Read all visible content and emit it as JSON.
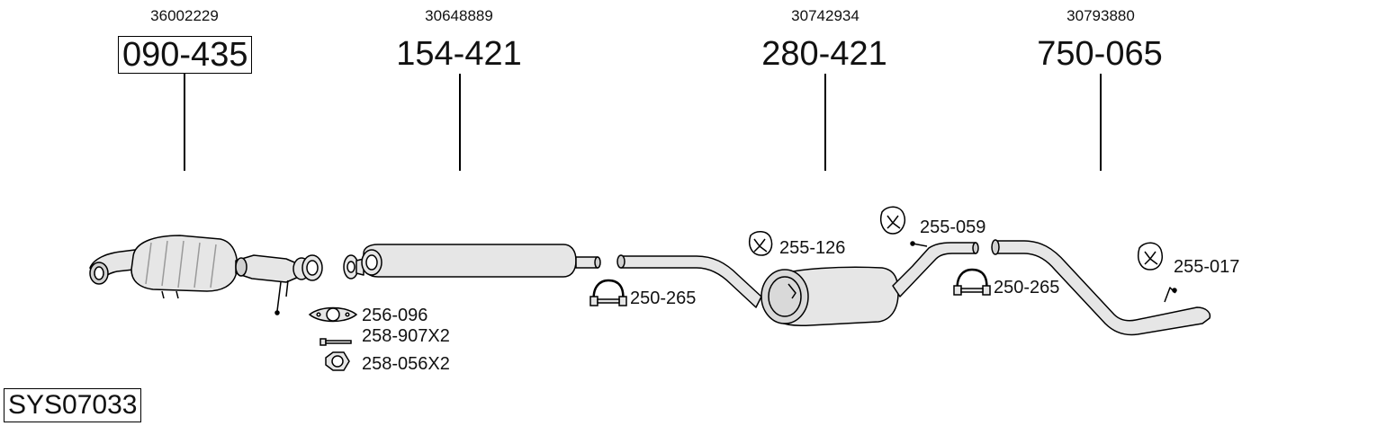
{
  "system_code": "SYS07033",
  "main_parts": [
    {
      "id": "p1",
      "oe_number": "36002229",
      "code": "090-435",
      "boxed": true
    },
    {
      "id": "p2",
      "oe_number": "30648889",
      "code": "154-421",
      "boxed": false
    },
    {
      "id": "p3",
      "oe_number": "30742934",
      "code": "280-421",
      "boxed": false
    },
    {
      "id": "p4",
      "oe_number": "30793880",
      "code": "750-065",
      "boxed": false
    }
  ],
  "accessories": {
    "gasket": "256-096",
    "bolt": "258-907X2",
    "nut": "258-056X2",
    "clamp_1": "250-265",
    "clamp_2": "250-265",
    "hanger_1": "255-126",
    "hanger_2": "255-059",
    "hanger_3": "255-017"
  },
  "colors": {
    "line": "#000000",
    "fill": "#e6e6e6",
    "shade": "#b9b9b9"
  }
}
